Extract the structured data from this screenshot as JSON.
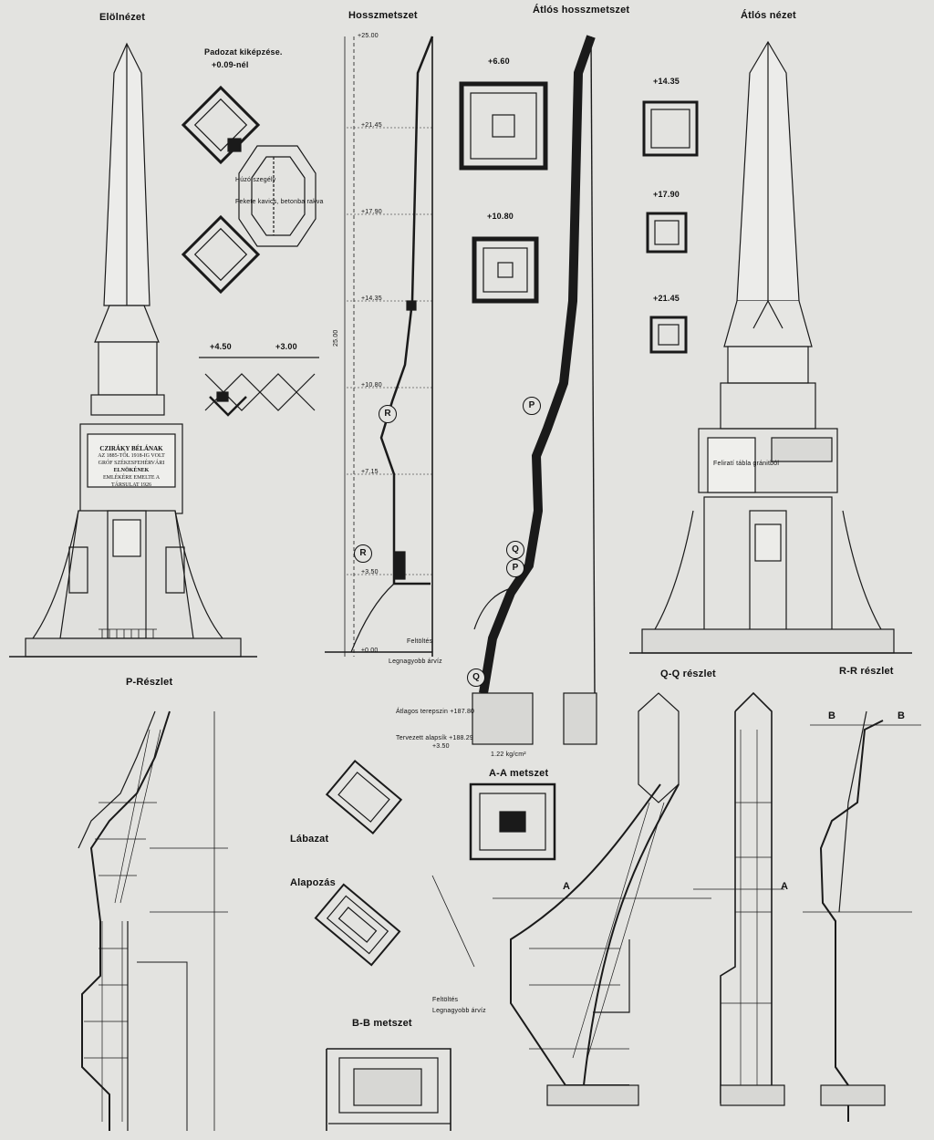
{
  "views": {
    "front": "Elölnézet",
    "longitudinal_section": "Hosszmetszet",
    "diagonal_section": "Átlós hosszmetszet",
    "diagonal_view": "Átlós nézet",
    "plinth_design": "Padozat kiképzése.",
    "plinth_level": "+0.09-nél"
  },
  "section_levels": {
    "l_450": "+4.50",
    "l_300": "+3.00",
    "l_660": "+6.60",
    "l_1080": "+10.80",
    "l_1435": "+14.35",
    "l_1790": "+17.90",
    "l_2145": "+21.45"
  },
  "elevation_marks": {
    "top": "+25.00",
    "e2145": "+21.45",
    "e1790": "+17.90",
    "e1435": "+14.35",
    "e1080": "+10.80",
    "e715": "+7.15",
    "e350": "+3.50",
    "e000": "±0.00",
    "total_height": "25.00"
  },
  "details": {
    "p": "P-Részlet",
    "q": "Q-Q részlet",
    "r": "R-R részlet",
    "a": "A-A metszet",
    "b": "B-B metszet",
    "plinth": "Lábazat",
    "foundation": "Alapozás"
  },
  "markers": {
    "r": "R",
    "p": "P",
    "q": "Q",
    "a": "A",
    "b": "B"
  },
  "annotations": {
    "fill_top": "Feltöltés",
    "highest_water": "Legnagyobb árvíz",
    "avg_terrain": "Átlagos terepszin +187.80",
    "planned_foundation": "Tervezett alapsík +188.29",
    "foundation_offset": "+3.50",
    "load": "1.22 kg/cm²",
    "plaque_label": "Feliratí tábla gránitból",
    "curb_note": "Húzó szegély",
    "concrete_note": "Fekete kavics, betonba rakva"
  },
  "plaque_text": {
    "name": "CZIRÁKY BÉLÁNAK",
    "line2": "AZ 1885-TŐL 1918-IG VOLT",
    "line3": "GRÓF SZÉKESFEHÉRVÁRI",
    "line4": "ELNÖKÉNEK",
    "line5": "EMLÉKÉRE EMELTE A",
    "line6": "TÁRSULAT 1926"
  }
}
